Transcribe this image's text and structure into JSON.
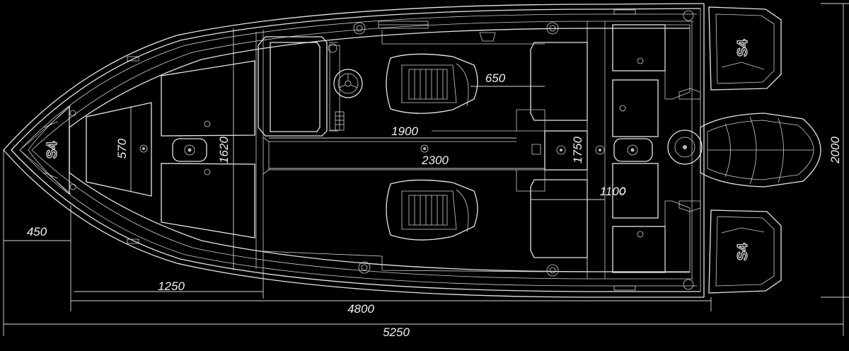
{
  "dimensions": {
    "overall_length": "5250",
    "hull_length": "4800",
    "bow_to_console": "1250",
    "bow_offset": "450",
    "beam": "2000",
    "cockpit_width": "1750",
    "deck_width": "1620",
    "bow_hatch": "570",
    "cockpit_length": "2300",
    "console_to_seat": "1900",
    "seat_spacing": "650",
    "rear_bench": "1100"
  },
  "hull_marking": "S4",
  "colors": {
    "background": "#000000",
    "line": "#e6e6e6"
  }
}
